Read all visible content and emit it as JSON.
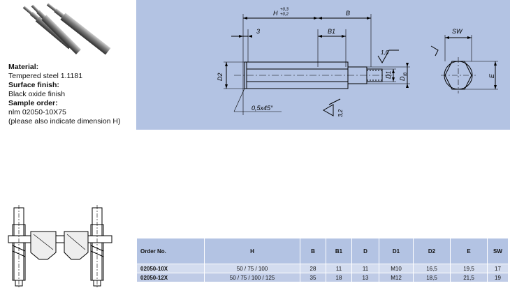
{
  "spec": {
    "material_label": "Material:",
    "material_value": "Tempered steel 1.1181",
    "surface_label": "Surface finish:",
    "surface_value": "Black oxide finish",
    "sample_label": "Sample order:",
    "sample_value": "nlm 02050-10X75",
    "sample_note": "(please also indicate dimension H)"
  },
  "drawing": {
    "dim_h": "H",
    "dim_h_tol_upper": "+0,3",
    "dim_h_tol_lower": "+0,2",
    "dim_b": "B",
    "dim_3": "3",
    "dim_b1": "B1",
    "dim_sw": "SW",
    "dim_d2": "D2",
    "dim_d1": "D1",
    "dim_d": "D",
    "dim_d_tol": "f8",
    "dim_e": "E",
    "dim_roughness1": "1,6",
    "dim_roughness2": "3,2",
    "dim_chamfer": "0,5x45°"
  },
  "table": {
    "headers": [
      "Order No.",
      "H",
      "B",
      "B1",
      "D",
      "D1",
      "D2",
      "E",
      "SW"
    ],
    "rows": [
      [
        "02050-10X",
        "50 / 75 / 100",
        "28",
        "11",
        "11",
        "M10",
        "16,5",
        "19,5",
        "17"
      ],
      [
        "02050-12X",
        "50 / 75 / 100 / 125",
        "35",
        "18",
        "13",
        "M12",
        "18,5",
        "21,5",
        "19"
      ]
    ]
  }
}
